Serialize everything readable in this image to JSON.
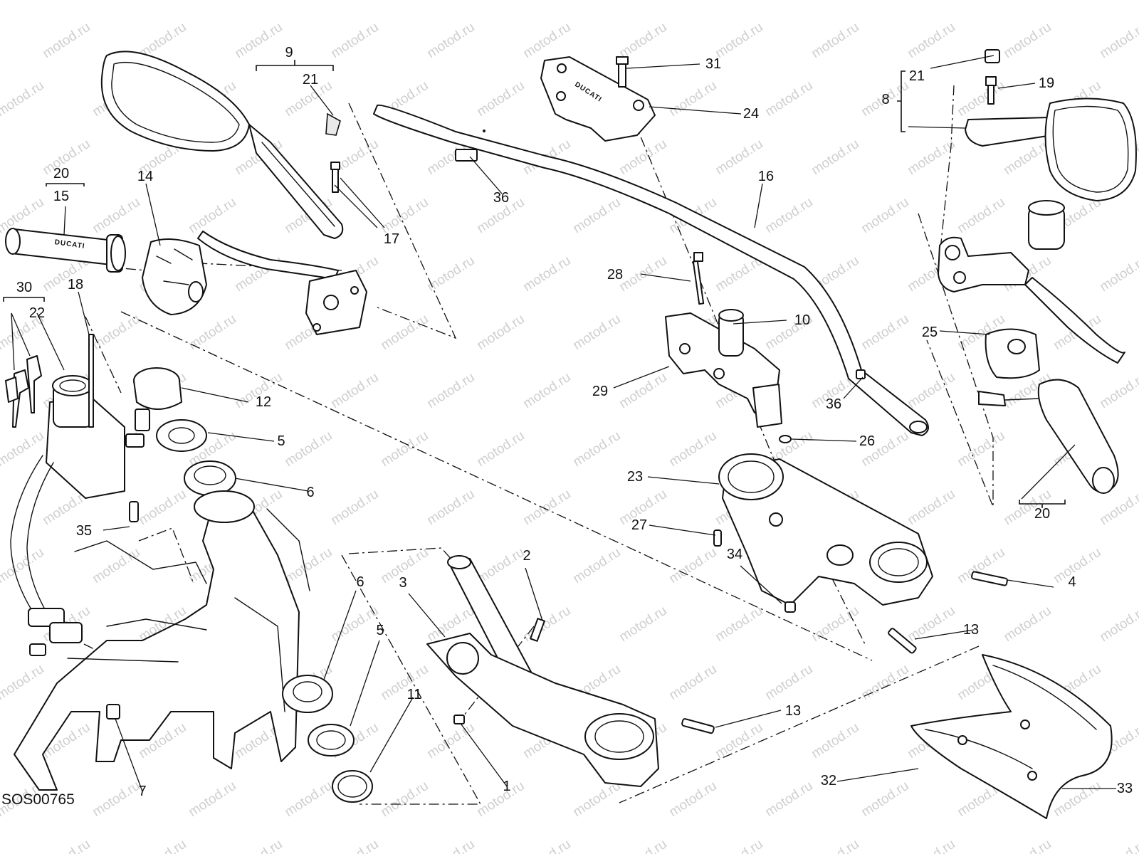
{
  "watermark": {
    "text": "motod.ru"
  },
  "diagram_code": "SOS00765",
  "brand_marks": [
    "DUCATI",
    "DUCATI"
  ],
  "callouts": [
    "9",
    "21",
    "31",
    "24",
    "21",
    "19",
    "8",
    "20",
    "15",
    "14",
    "17",
    "36",
    "16",
    "30",
    "18",
    "22",
    "12",
    "5",
    "28",
    "10",
    "29",
    "25",
    "36",
    "26",
    "6",
    "35",
    "23",
    "27",
    "34",
    "4",
    "2",
    "3",
    "20",
    "6",
    "5",
    "11",
    "13",
    "13",
    "1",
    "7",
    "32",
    "33"
  ]
}
